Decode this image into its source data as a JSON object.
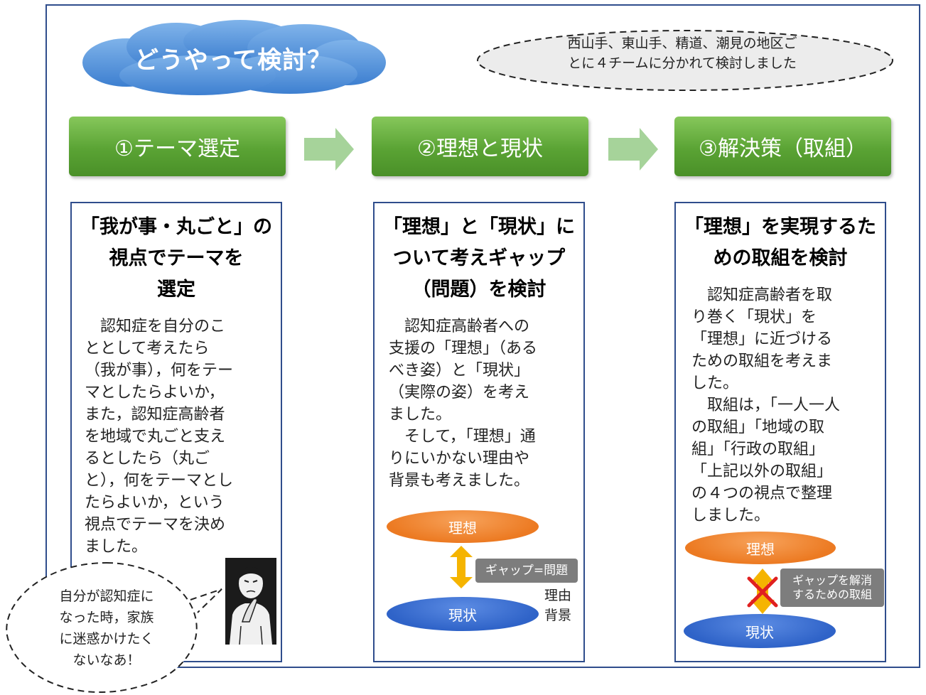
{
  "header": {
    "cloud_title": "どうやって検討？",
    "note": [
      "西山手、東山手、精道、潮見の地区ご",
      "とに４チームに分かれて検討しました"
    ]
  },
  "steps": [
    {
      "label": "①テーマ選定"
    },
    {
      "label": "②理想と現状"
    },
    {
      "label": "③解決策（取組）"
    }
  ],
  "cards": [
    {
      "heading": [
        "「我が事・丸ごと」の",
        "視点でテーマを",
        "選定"
      ],
      "body": [
        "　認知症を自分のこ",
        "ととして考えたら",
        "（我が事），何をテー",
        "マとしたらよいか，",
        "また，認知症高齢者",
        "を地域で丸ごと支え",
        "るとしたら（丸ご",
        "と），何をテーマとし",
        "たらよいか，という",
        "視点でテーマを決め",
        "ました。"
      ]
    },
    {
      "heading": [
        "「理想」と「現状」に",
        "ついて考えギャップ",
        "（問題）を検討"
      ],
      "body": [
        "　認知症高齢者への",
        "支援の「理想」（ある",
        "べき姿）と「現状」",
        "（実際の姿）を考え",
        "ました。",
        "　そして，「理想」通",
        "りにいかない理由や",
        "背景も考えました。"
      ]
    },
    {
      "heading": [
        "「理想」を実現するた",
        "めの取組を検討"
      ],
      "body": [
        "　認知症高齢者を取",
        "り巻く「現状」を",
        "「理想」に近づける",
        "ための取組を考えま",
        "した。",
        "　取組は，「一人一人",
        "の取組」「地域の取",
        "組」「行政の取組」",
        "「上記以外の取組」",
        "の４つの視点で整理",
        "しました。"
      ]
    }
  ],
  "diagram2": {
    "ideal": "理想",
    "current": "現状",
    "gap": "ギャップ=問題",
    "reasons": [
      "理由",
      "背景"
    ]
  },
  "diagram3": {
    "ideal": "理想",
    "current": "現状",
    "solution": [
      "ギャップを解消",
      "するための取組"
    ]
  },
  "bubble": {
    "lines": [
      "自分が認知症に",
      "なった時，家族",
      "に迷惑かけたく",
      "ないなあ！"
    ]
  },
  "colors": {
    "frame": "#2f4d8c",
    "step_green": "#5aa334",
    "ideal_orange": "#ec7a22",
    "current_blue": "#2f63c8",
    "gap_arrow": "#f5b400",
    "cross_red": "#e02020"
  }
}
